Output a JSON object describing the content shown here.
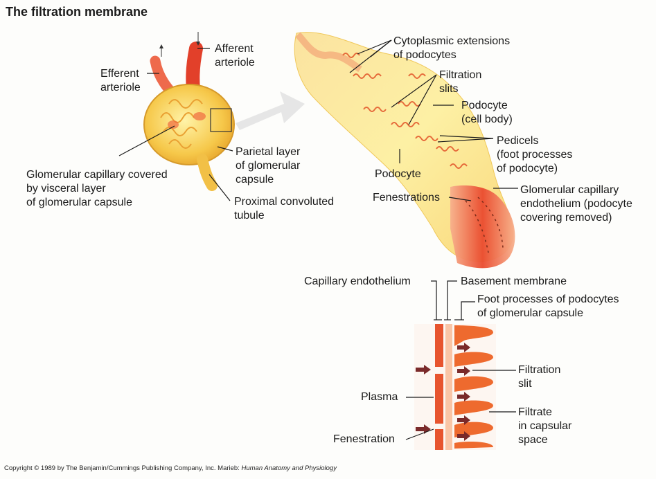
{
  "title": "The filtration membrane",
  "labels": {
    "afferent": [
      "Afferent",
      "arteriole"
    ],
    "efferent": [
      "Efferent",
      "arteriole"
    ],
    "glomerular": [
      "Glomerular capillary covered",
      "by visceral layer",
      "of glomerular capsule"
    ],
    "parietal": [
      "Parietal layer",
      "of glomerular",
      "capsule"
    ],
    "proximal": [
      "Proximal convoluted",
      "tubule"
    ],
    "cytoplasmic": [
      "Cytoplasmic extensions",
      "of podocytes"
    ],
    "filtration_slits": [
      "Filtration",
      "slits"
    ],
    "podocyte_body": [
      "Podocyte",
      "(cell body)"
    ],
    "pedicels": [
      "Pedicels",
      "(foot processes",
      "of podocyte)"
    ],
    "podocyte": "Podocyte",
    "fenestrations": "Fenestrations",
    "endothelium": [
      "Glomerular capillary",
      "endothelium (podocyte",
      "covering removed)"
    ],
    "capillary_endothelium": "Capillary endothelium",
    "basement_membrane": "Basement membrane",
    "foot_processes": [
      "Foot processes of podocytes",
      "of glomerular capsule"
    ],
    "filtration_slit": [
      "Filtration",
      "slit"
    ],
    "plasma": "Plasma",
    "filtrate": [
      "Filtrate",
      "in capsular",
      "space"
    ],
    "fenestration": "Fenestration"
  },
  "copyright": {
    "text": "Copyright © 1989 by The Benjamin/Cummings Publishing Company, Inc. Marieb: ",
    "book": "Human Anatomy and Physiology"
  },
  "colors": {
    "capsule": "#f5c640",
    "capsule_light": "#fbe38a",
    "vessel": "#e8452a",
    "vessel_light": "#f4876a",
    "podocyte": "#fbe98e",
    "arrow": "#7a2a2a"
  }
}
